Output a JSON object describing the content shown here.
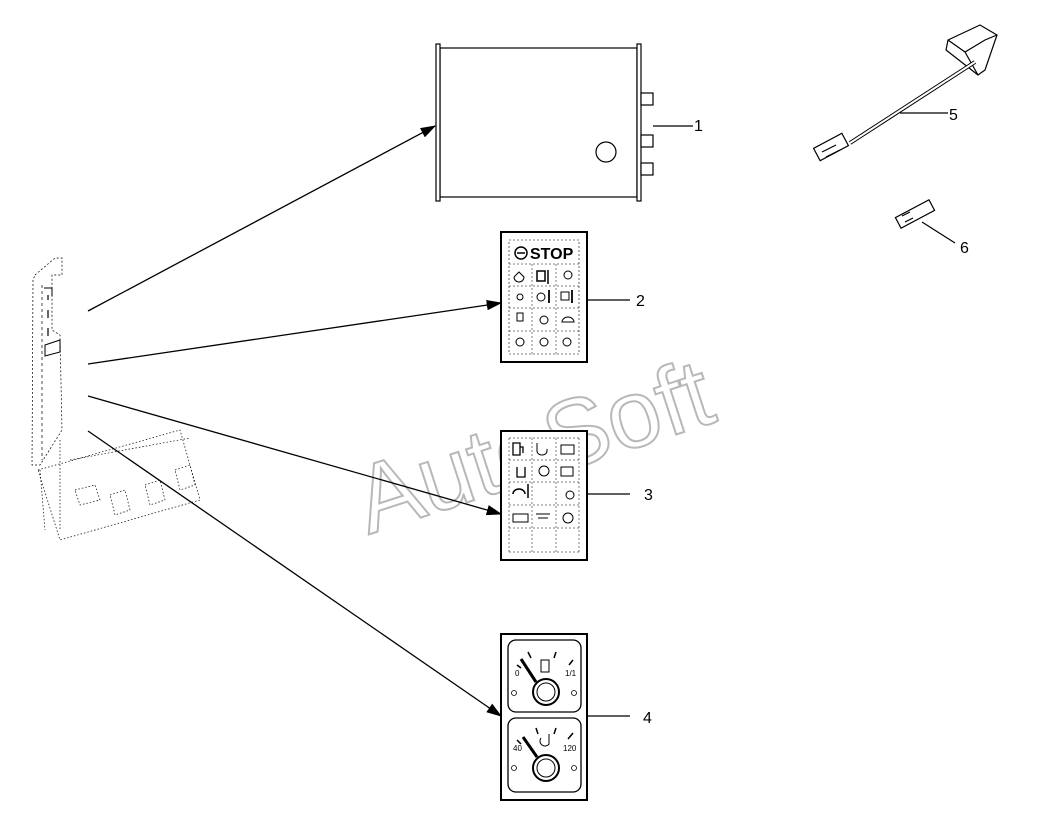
{
  "watermark": "AutoSoft",
  "stop_label": "STOP",
  "callouts": [
    "1",
    "2",
    "3",
    "4",
    "5",
    "6"
  ],
  "fuel_gauge": {
    "min_label": "0",
    "max_label": "1/1"
  },
  "temp_gauge": {
    "min_label": "40",
    "max_label": "120"
  }
}
